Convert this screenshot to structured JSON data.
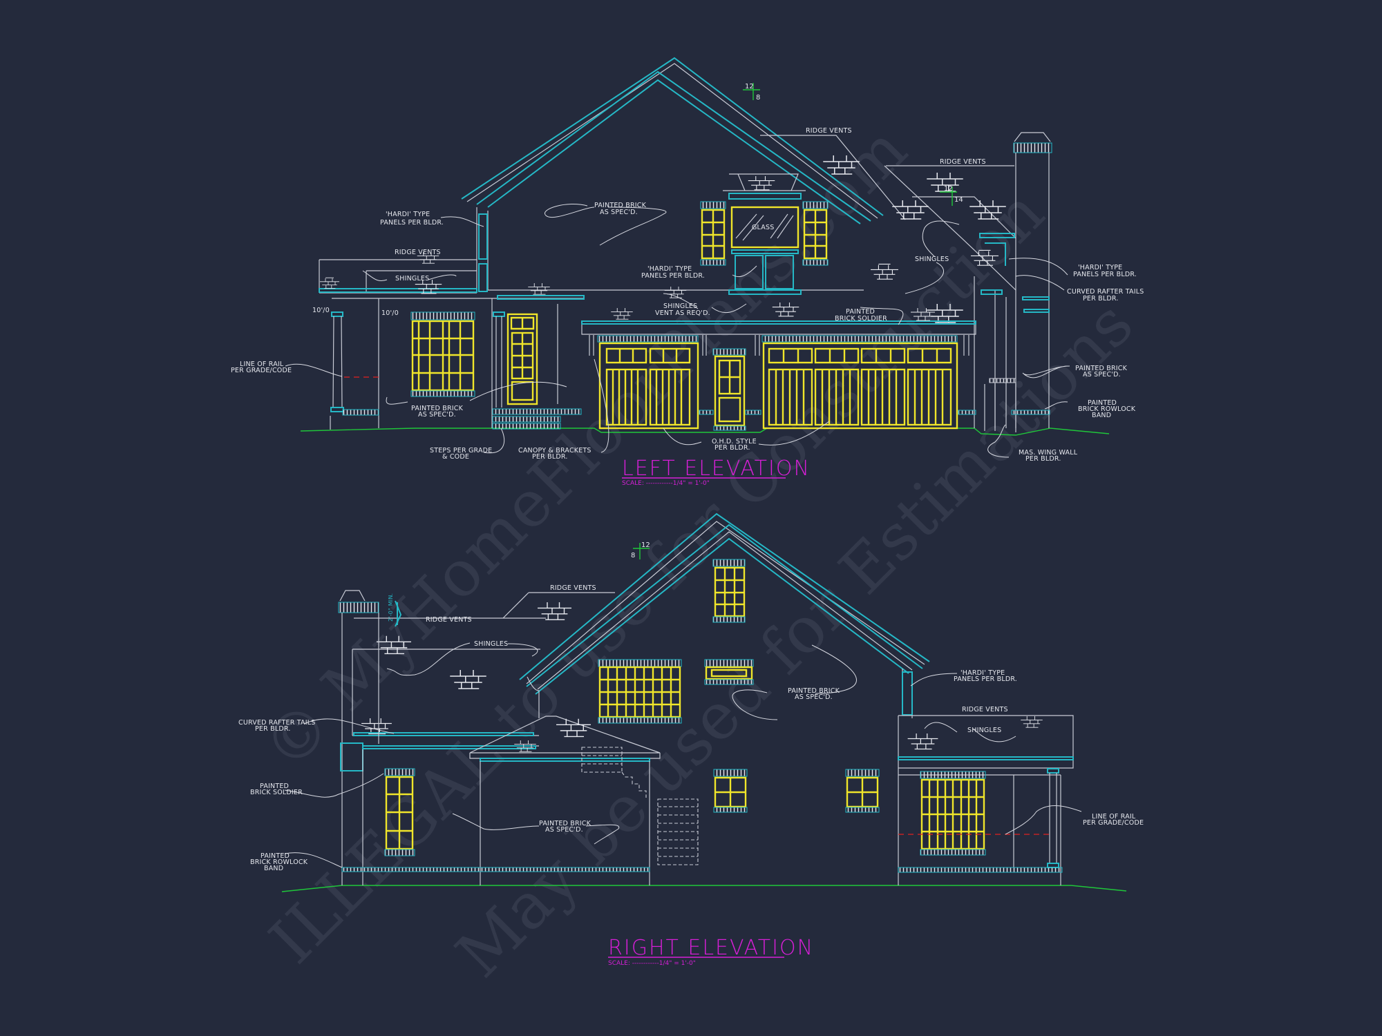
{
  "sheet": {
    "background": "#242a3c",
    "colors": {
      "linework": "#c9ccd6",
      "trim_cyan": "#25b8c6",
      "windows_yellow": "#f0e52a",
      "grade_green": "#1fc73a",
      "rail_red": "#e02020",
      "title_magenta": "#d61fd6"
    }
  },
  "watermark": {
    "line1": "© MyHomeFloorPlans.com",
    "line2": "ILLEGAL to use for Construction",
    "line3": "May be used for Estimations"
  },
  "left_elevation": {
    "title": "LEFT ELEVATION",
    "scale": "SCALE: ------------1/4\" = 1'-0\"",
    "pitch_main": {
      "run": "12",
      "rise": "8"
    },
    "pitch_rear": {
      "run": "12",
      "rise": "14"
    },
    "plate_heights": [
      "10'/0",
      "10'/0"
    ],
    "labels": {
      "hardi_left": [
        "'HARDI' TYPE",
        "PANELS PER BLDR."
      ],
      "ridge_vents_left": "RIDGE VENTS",
      "shingles_left": "SHINGLES",
      "painted_brick_gable": [
        "PAINTED BRICK",
        "AS SPEC'D."
      ],
      "glass": "GLASS",
      "hardi_center": [
        "'HARDI' TYPE",
        "PANELS PER BLDR."
      ],
      "shingles_vent": [
        "SHINGLES",
        "VENT AS REQ'D."
      ],
      "ridge_vents_top": "RIDGE VENTS",
      "ridge_vents_right": "RIDGE VENTS",
      "shingles_right": "SHINGLES",
      "painted_brick_soldier": [
        "PAINTED",
        "BRICK SOLDIER"
      ],
      "hardi_right": [
        "'HARDI' TYPE",
        "PANELS PER BLDR."
      ],
      "curved_rafter": [
        "CURVED RAFTER TAILS",
        "PER BLDR."
      ],
      "line_of_rail": [
        "LINE OF RAIL",
        "PER GRADE/CODE"
      ],
      "painted_brick_porch": [
        "PAINTED BRICK",
        "AS SPEC'D."
      ],
      "painted_brick_right": [
        "PAINTED BRICK",
        "AS SPEC'D."
      ],
      "rowlock_band": [
        "PAINTED",
        "BRICK ROWLOCK",
        "BAND"
      ],
      "steps": [
        "STEPS PER GRADE",
        "& CODE"
      ],
      "canopy": [
        "CANOPY & BRACKETS",
        "PER BLDR."
      ],
      "ohd_style": [
        "O.H.D. STYLE",
        "PER BLDR."
      ],
      "mas_wing_wall": [
        "MAS. WING WALL",
        "PER BLDR."
      ]
    }
  },
  "right_elevation": {
    "title": "RIGHT ELEVATION",
    "scale": "SCALE: ------------1/4\" = 1'-0\"",
    "pitch_main": {
      "run": "12",
      "rise": "8"
    },
    "chimney_dim": "2'-0\" MIN.",
    "labels": {
      "ridge_vents_upper": "RIDGE VENTS",
      "ridge_vents_lower": "RIDGE VENTS",
      "shingles_left": "SHINGLES",
      "curved_rafter": [
        "CURVED RAFTER TAILS",
        "PER BLDR."
      ],
      "painted_brick_soldier": [
        "PAINTED",
        "BRICK SOLDIER"
      ],
      "painted_brick_garage": [
        "PAINTED BRICK",
        "AS SPEC'D."
      ],
      "rowlock_band": [
        "PAINTED",
        "BRICK ROWLOCK",
        "BAND"
      ],
      "painted_brick_gable": [
        "PAINTED BRICK",
        "AS SPEC'D."
      ],
      "hardi": [
        "'HARDI' TYPE",
        "PANELS PER BLDR."
      ],
      "ridge_vents_porch": "RIDGE VENTS",
      "shingles_porch": "SHINGLES",
      "line_of_rail": [
        "LINE OF RAIL",
        "PER GRADE/CODE"
      ]
    }
  }
}
